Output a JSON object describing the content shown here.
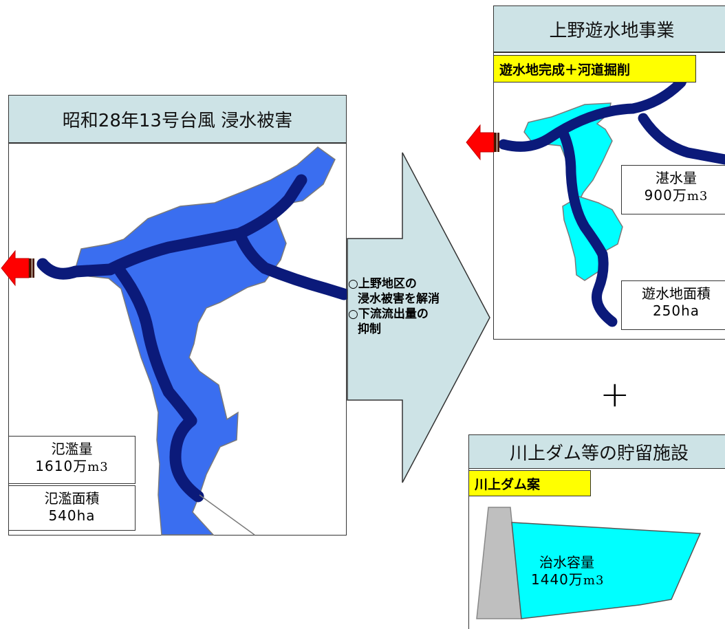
{
  "left_panel": {
    "title": "昭和28年13号台風  浸水被害",
    "overflow_volume": {
      "label": "氾濫量",
      "value": "1610",
      "unit_ja": "万",
      "unit": "m3"
    },
    "overflow_area": {
      "label": "氾濫面積",
      "value": "540ha"
    }
  },
  "arrow_text": {
    "line1": "○上野地区の",
    "line2": "浸水被害を解消",
    "line3": "○下流流出量の",
    "line4": "抑制"
  },
  "ueno_panel": {
    "title": "上野遊水地事業",
    "tag": "遊水地完成＋河道掘削",
    "storage": {
      "label": "湛水量",
      "value": "900",
      "unit_ja": "万",
      "unit": "m3"
    },
    "area": {
      "label": "遊水地面積",
      "value": "250ha"
    }
  },
  "plus_sign": "+",
  "dam_panel": {
    "title": "川上ダム等の貯留施設",
    "tag": "川上ダム案",
    "capacity": {
      "label": "治水容量",
      "value": "1440",
      "unit_ja": "万",
      "unit": "m3"
    }
  },
  "colors": {
    "flood_area": "#3a6ef0",
    "river": "#0b1a7a",
    "retention_area": "#00ffff",
    "outflow_arrow": "#ff0000",
    "title_bg": "#cde3e6",
    "tag_bg": "#ffff00",
    "dam_body": "#bfbfbf"
  },
  "icons": [
    "outflow-arrow-icon",
    "outflow-arrow-icon",
    "big-right-arrow"
  ]
}
